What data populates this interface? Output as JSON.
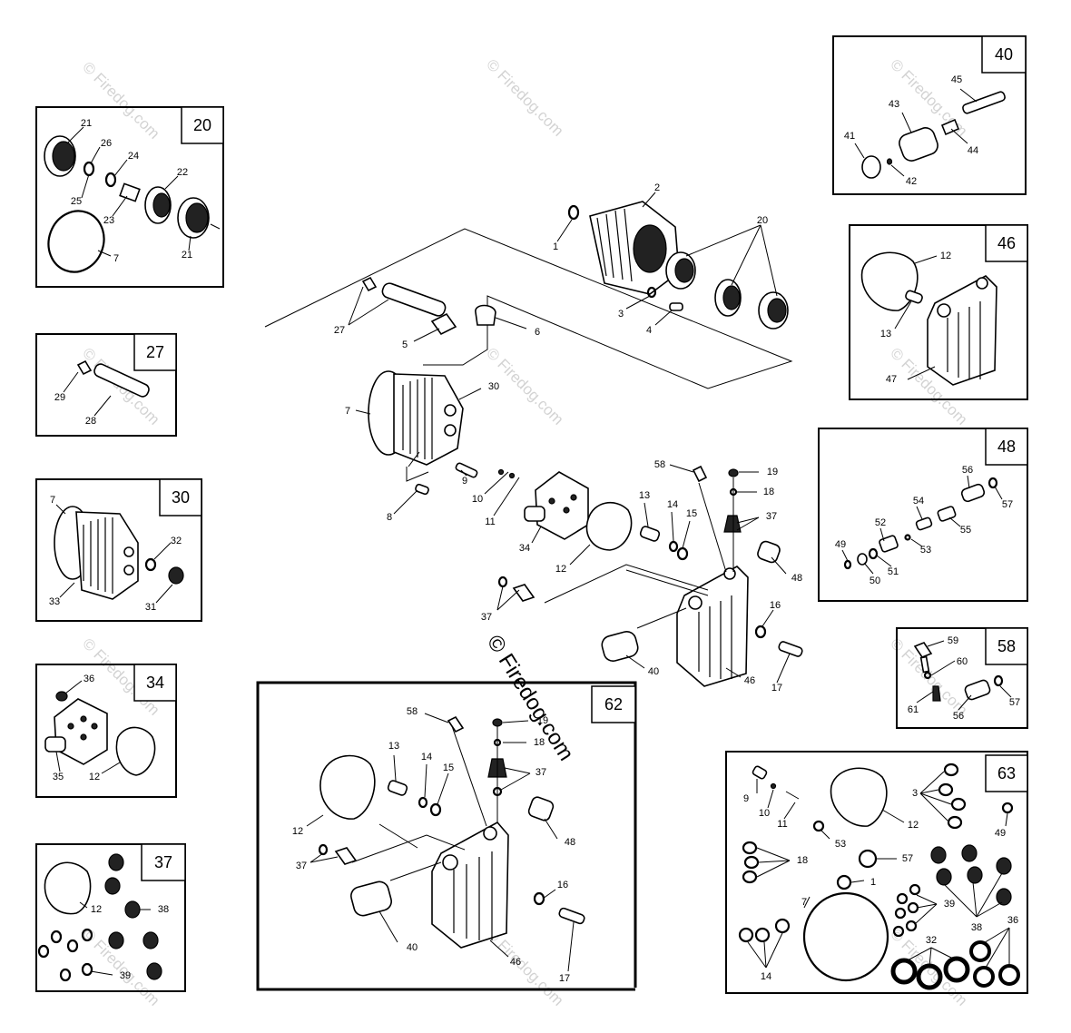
{
  "watermark": {
    "center": "© Firedog.com",
    "faint": "© Firedog.com"
  },
  "insets": [
    {
      "id": "20",
      "label": "20"
    },
    {
      "id": "27",
      "label": "27"
    },
    {
      "id": "30",
      "label": "30"
    },
    {
      "id": "34",
      "label": "34"
    },
    {
      "id": "37",
      "label": "37"
    },
    {
      "id": "40",
      "label": "40"
    },
    {
      "id": "46",
      "label": "46"
    },
    {
      "id": "48",
      "label": "48"
    },
    {
      "id": "58",
      "label": "58"
    },
    {
      "id": "62",
      "label": "62"
    },
    {
      "id": "63",
      "label": "63"
    }
  ],
  "callouts": [
    "21",
    "26",
    "24",
    "25",
    "23",
    "22",
    "21",
    "7",
    "29",
    "28",
    "7",
    "32",
    "33",
    "31",
    "36",
    "35",
    "12",
    "12",
    "38",
    "39",
    "1",
    "2",
    "20",
    "3",
    "4",
    "27",
    "5",
    "6",
    "7",
    "30",
    "9",
    "10",
    "11",
    "8",
    "34",
    "58",
    "19",
    "18",
    "37",
    "13",
    "14",
    "15",
    "12",
    "37",
    "48",
    "16",
    "17",
    "40",
    "46",
    "58",
    "19",
    "18",
    "37",
    "13",
    "14",
    "15",
    "12",
    "48",
    "37",
    "40",
    "16",
    "46",
    "17",
    "41",
    "43",
    "45",
    "44",
    "42",
    "12",
    "13",
    "47",
    "56",
    "57",
    "54",
    "52",
    "55",
    "49",
    "53",
    "51",
    "50",
    "59",
    "60",
    "61",
    "56",
    "57",
    "9",
    "10",
    "11",
    "12",
    "3",
    "53",
    "57",
    "49",
    "18",
    "1",
    "7",
    "39",
    "38",
    "14",
    "32",
    "36"
  ]
}
